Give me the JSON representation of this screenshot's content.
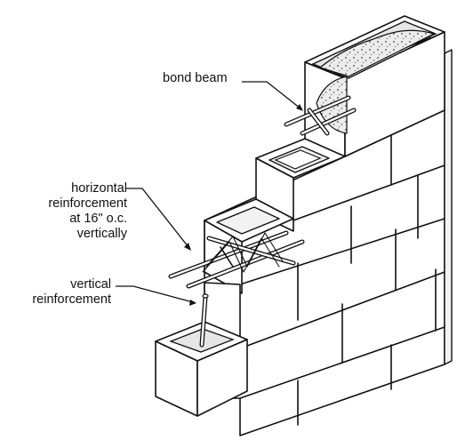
{
  "diagram": {
    "labels": {
      "bond_beam": "bond beam",
      "horizontal_reinforcement": [
        "horizontal",
        "reinforcement",
        "at 16\" o.c.",
        "vertically"
      ],
      "vertical_reinforcement": [
        "vertical",
        "reinforcement"
      ]
    }
  }
}
